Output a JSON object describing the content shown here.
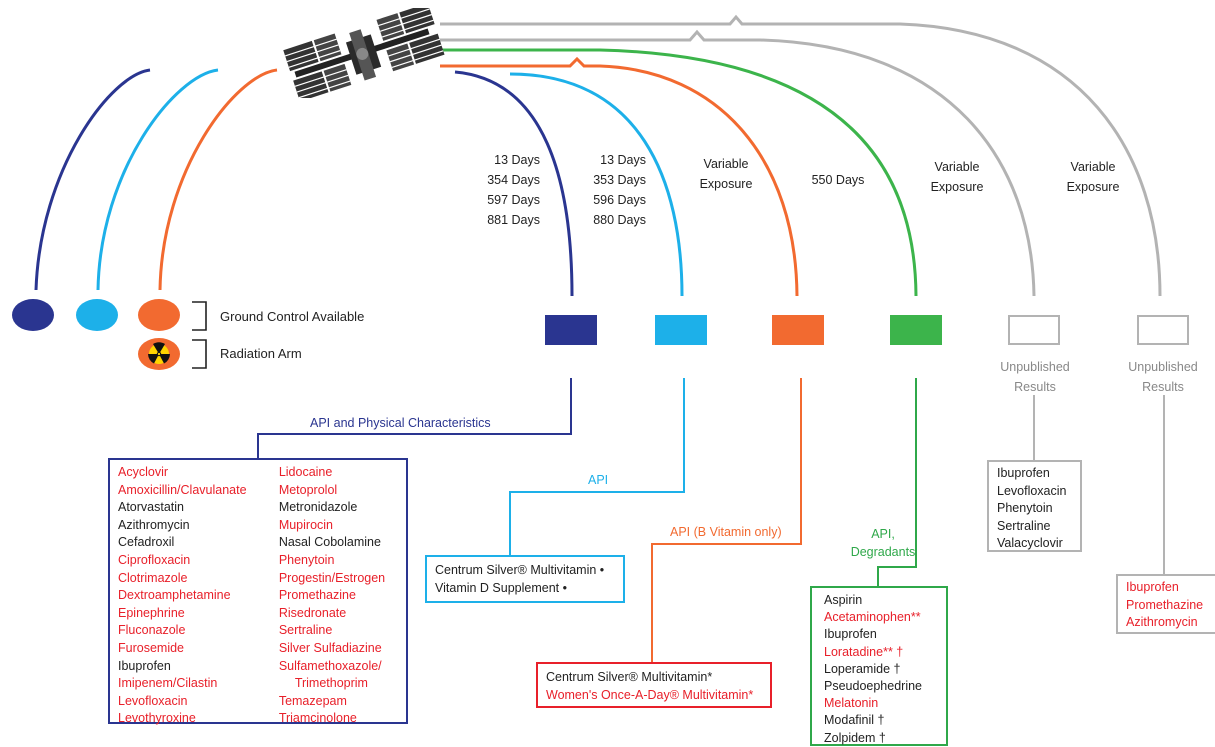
{
  "colors": {
    "navy": "#2a3590",
    "cyan": "#1db0e9",
    "orange": "#f26a30",
    "green": "#3cb44b",
    "grey": "#b3b3b3",
    "red_text": "#e8202a"
  },
  "icons": {
    "station": "space-station-icon",
    "radiation": "radiation-icon"
  },
  "legend": {
    "ground_control": "Ground Control Available",
    "radiation_arm": "Radiation Arm"
  },
  "exposure": {
    "navy": [
      "13 Days",
      "354 Days",
      "597 Days",
      "881 Days"
    ],
    "cyan": [
      "13 Days",
      "353 Days",
      "596 Days",
      "880 Days"
    ],
    "orange": [
      "Variable",
      "Exposure"
    ],
    "green": [
      "550 Days"
    ],
    "grey1": [
      "Variable",
      "Exposure"
    ],
    "grey2": [
      "Variable",
      "Exposure"
    ]
  },
  "analysis": {
    "navy": "API and Physical Characteristics",
    "cyan": "API",
    "orange": "API (B Vitamin only)",
    "green": [
      "API,",
      "Degradants"
    ]
  },
  "unpublished": {
    "grey1": [
      "Unpublished",
      "Results"
    ],
    "grey2": [
      "Unpublished",
      "Results"
    ]
  },
  "boxes": {
    "navy_col1": [
      {
        "t": "Acyclovir",
        "red": true
      },
      {
        "t": "Amoxicillin/Clavulanate",
        "red": true
      },
      {
        "t": "Atorvastatin",
        "red": false
      },
      {
        "t": "Azithromycin",
        "red": false
      },
      {
        "t": "Cefadroxil",
        "red": false
      },
      {
        "t": "Ciprofloxacin",
        "red": true
      },
      {
        "t": "Clotrimazole",
        "red": true
      },
      {
        "t": "Dextroamphetamine",
        "red": true
      },
      {
        "t": "Epinephrine",
        "red": true
      },
      {
        "t": "Fluconazole",
        "red": true
      },
      {
        "t": "Furosemide",
        "red": true
      },
      {
        "t": "Ibuprofen",
        "red": false
      },
      {
        "t": "Imipenem/Cilastin",
        "red": true
      },
      {
        "t": "Levofloxacin",
        "red": true
      },
      {
        "t": "Levothyroxine",
        "red": true
      }
    ],
    "navy_col2": [
      {
        "t": "Lidocaine",
        "red": true
      },
      {
        "t": "Metoprolol",
        "red": true
      },
      {
        "t": "Metronidazole",
        "red": false
      },
      {
        "t": "Mupirocin",
        "red": true
      },
      {
        "t": "Nasal Cobolamine",
        "red": false
      },
      {
        "t": "Phenytoin",
        "red": true
      },
      {
        "t": "Progestin/Estrogen",
        "red": true
      },
      {
        "t": "Promethazine",
        "red": true
      },
      {
        "t": "Risedronate",
        "red": true
      },
      {
        "t": "Sertraline",
        "red": true
      },
      {
        "t": "Silver Sulfadiazine",
        "red": true
      },
      {
        "t": "Sulfamethoxazole/",
        "red": true
      },
      {
        "t": "Trimethoprim",
        "red": true,
        "indent": true
      },
      {
        "t": "Temazepam",
        "red": true
      },
      {
        "t": "Triamcinolone",
        "red": true
      }
    ],
    "cyan": [
      {
        "t": "Centrum Silver® Multivitamin •",
        "red": false
      },
      {
        "t": "Vitamin D Supplement •",
        "red": false
      }
    ],
    "orange": [
      {
        "t": "Centrum Silver® Multivitamin*",
        "red": false
      },
      {
        "t": "Women's Once-A-Day® Multivitamin*",
        "red": true
      }
    ],
    "green": [
      {
        "t": "Aspirin",
        "red": false
      },
      {
        "t": "Acetaminophen**",
        "red": true
      },
      {
        "t": "Ibuprofen",
        "red": false
      },
      {
        "t": "Loratadine** †",
        "red": true
      },
      {
        "t": "Loperamide †",
        "red": false
      },
      {
        "t": "Pseudoephedrine",
        "red": false
      },
      {
        "t": "Melatonin",
        "red": true
      },
      {
        "t": "Modafinil †",
        "red": false
      },
      {
        "t": "Zolpidem †",
        "red": false
      }
    ],
    "grey1": [
      {
        "t": "Ibuprofen",
        "red": false
      },
      {
        "t": "Levofloxacin",
        "red": false
      },
      {
        "t": "Phenytoin",
        "red": false
      },
      {
        "t": "Sertraline",
        "red": false
      },
      {
        "t": "Valacyclovir",
        "red": false
      }
    ],
    "grey2": [
      {
        "t": "Ibuprofen",
        "red": true
      },
      {
        "t": "Promethazine",
        "red": true
      },
      {
        "t": "Azithromycin",
        "red": true
      }
    ]
  }
}
